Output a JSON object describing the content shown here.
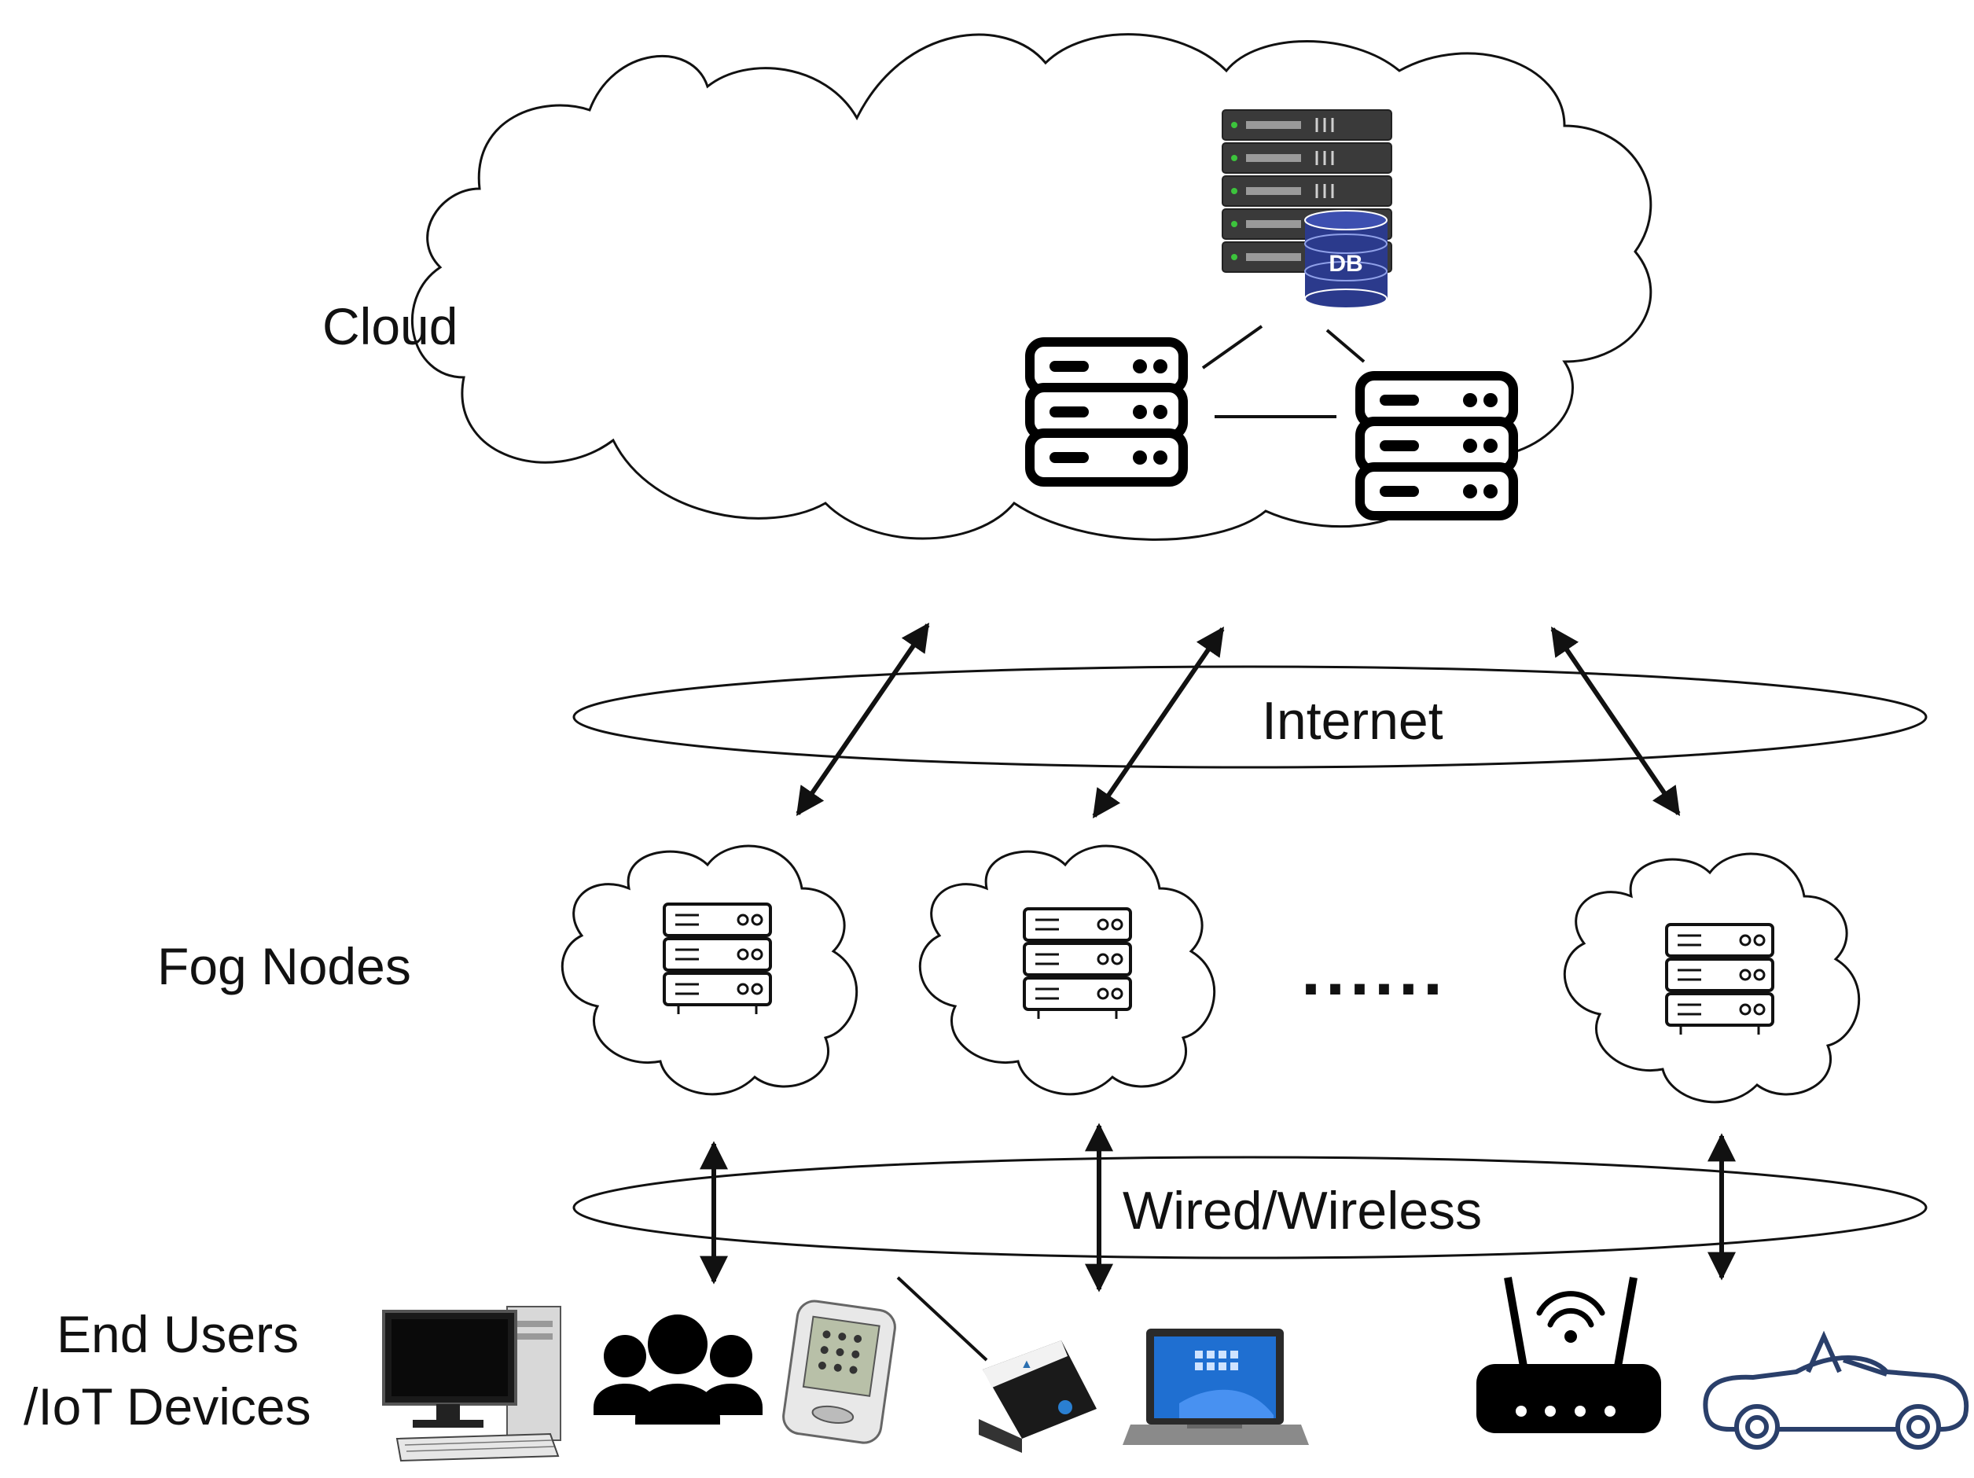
{
  "labels": {
    "cloud": "Cloud",
    "fog_nodes": "Fog Nodes",
    "end_users_line1": "End Users",
    "end_users_line2": "/IoT Devices",
    "internet": "Internet",
    "wired_wireless": "Wired/Wireless",
    "db": "DB",
    "ellipsis": "......"
  },
  "colors": {
    "stroke": "#111111",
    "db": "#2b3a8c",
    "server_dark": "#3a3a3a",
    "led": "#3cc43c",
    "car": "#2a3f6a",
    "laptop_screen": "#1f6fd1"
  },
  "icons": {
    "cloud_rack": "server-rack-icon",
    "database": "database-icon",
    "cloud_servers": [
      "server-icon",
      "server-icon"
    ],
    "fog_servers": [
      "server-icon",
      "server-icon",
      "server-icon"
    ],
    "devices": [
      "desktop-computer-icon",
      "users-group-icon",
      "pda-icon",
      "iot-sensor-icon",
      "laptop-icon",
      "wifi-router-icon",
      "car-icon"
    ]
  }
}
